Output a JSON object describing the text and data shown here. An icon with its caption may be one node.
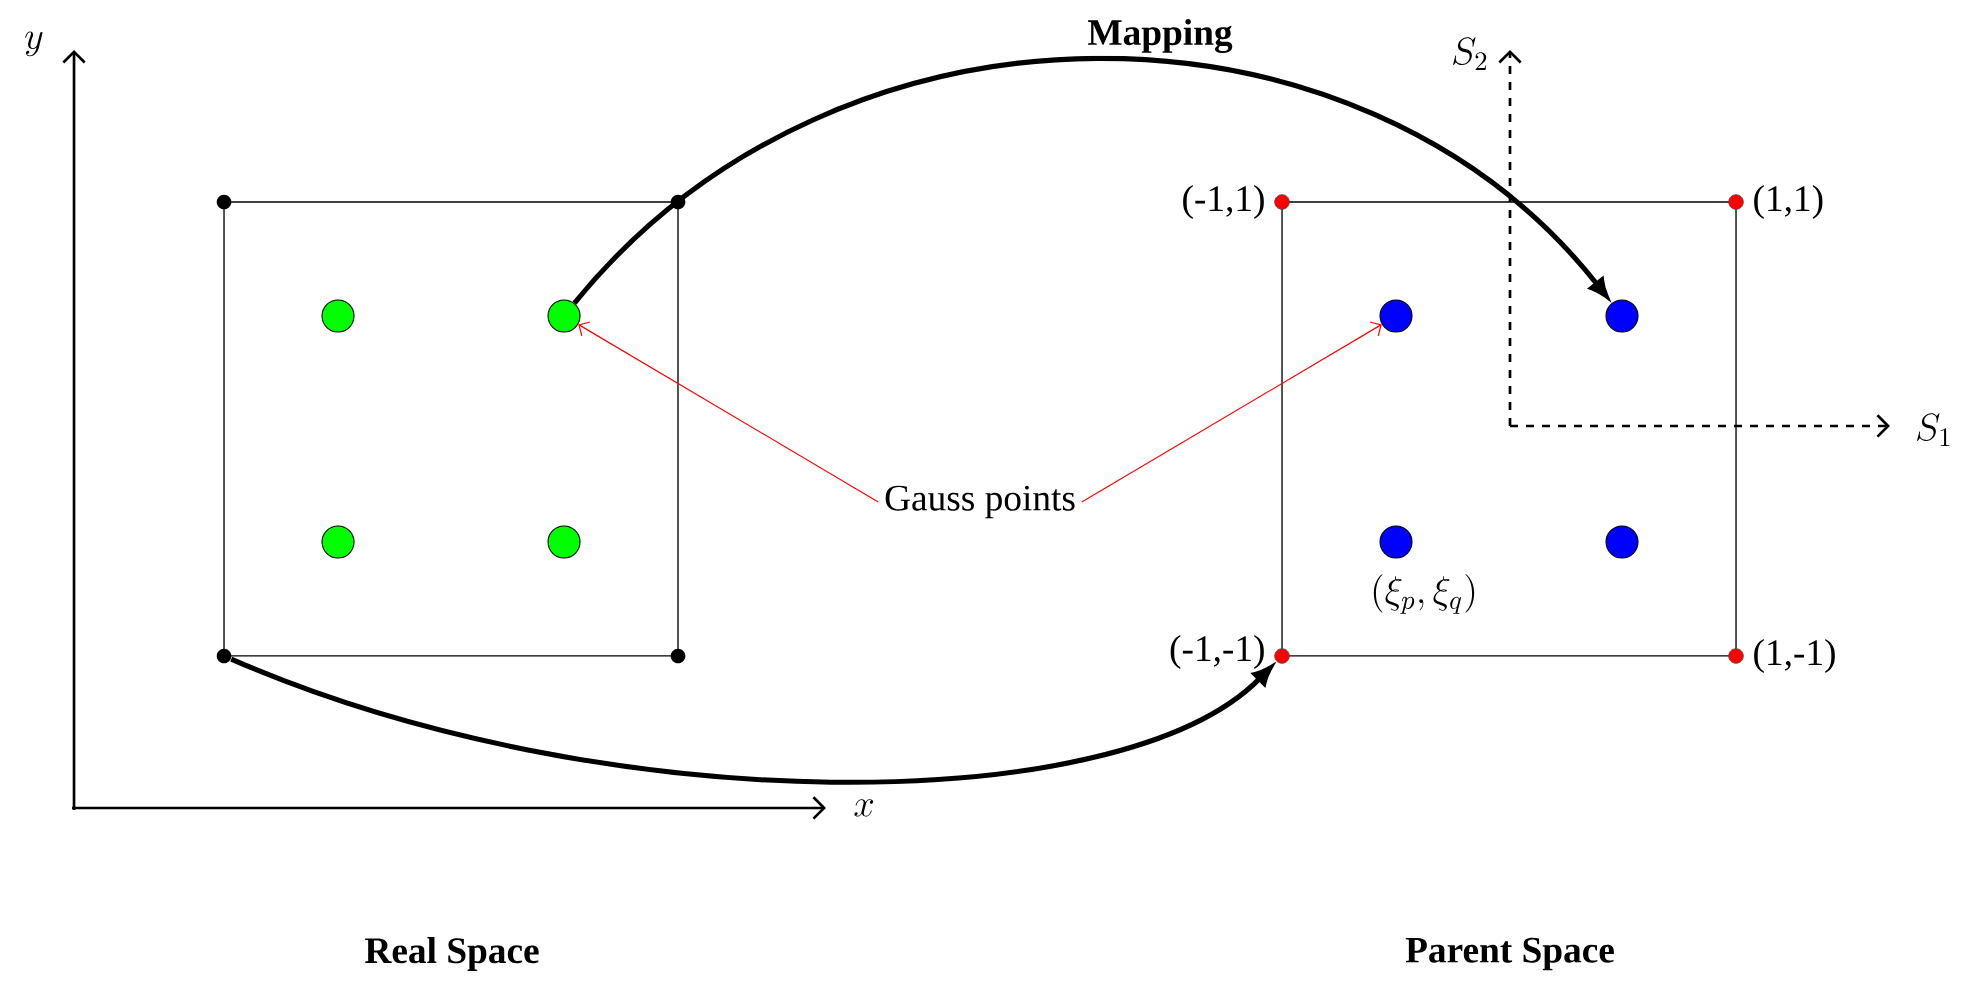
{
  "diagram": {
    "nodes": [
      {
        "text": [],
        "shape": "box"
      },
      {
        "text": [],
        "shape": "circle"
      },
      {
        "text": [],
        "shape": "circle"
      },
      {
        "text": [],
        "shape": "circle"
      },
      {
        "text": [],
        "shape": "circle"
      },
      {
        "text": [],
        "shape": "circle",
        "in": 0
      },
      {
        "text": [],
        "shape": "circle",
        "in": 0
      },
      {
        "text": [],
        "shape": "circle",
        "in": 0
      },
      {
        "text": [],
        "shape": "circle",
        "in": 0
      },
      {
        "text": [
          "Gauss points"
        ]
      },
      {
        "text": [],
        "shape": "box"
      },
      {
        "text": [],
        "shape": "circle",
        "beside": [
          "(-1,1)"
        ]
      },
      {
        "text": [],
        "shape": "circle",
        "beside": [
          "(1,1)"
        ]
      },
      {
        "text": [],
        "shape": "circle",
        "beside": [
          "(-1,-1)"
        ]
      },
      {
        "text": [],
        "shape": "circle",
        "beside": [
          "(1,-1)"
        ]
      },
      {
        "text": [],
        "shape": "circle",
        "in": 10
      },
      {
        "text": [],
        "shape": "circle",
        "in": 10
      },
      {
        "text": [],
        "shape": "circle",
        "in": 10
      },
      {
        "text": [],
        "shape": "circle",
        "in": 10
      }
    ],
    "edges": [
      {
        "from": 6,
        "to": 16,
        "arrow": "to",
        "label": "Mapping",
        "style": "thick"
      },
      {
        "from": 3,
        "to": 13,
        "arrow": "to",
        "style": "thick"
      },
      {
        "from": 9,
        "to": 6,
        "arrow": "to",
        "color": "#ff0000"
      },
      {
        "from": 9,
        "to": 15,
        "arrow": "to",
        "color": "#ff0000"
      }
    ],
    "labels": [
      "y",
      "x",
      "S_2",
      "S_1",
      "(\\xi_p,\\xi_q)",
      "Real Space",
      "Parent Space"
    ]
  }
}
